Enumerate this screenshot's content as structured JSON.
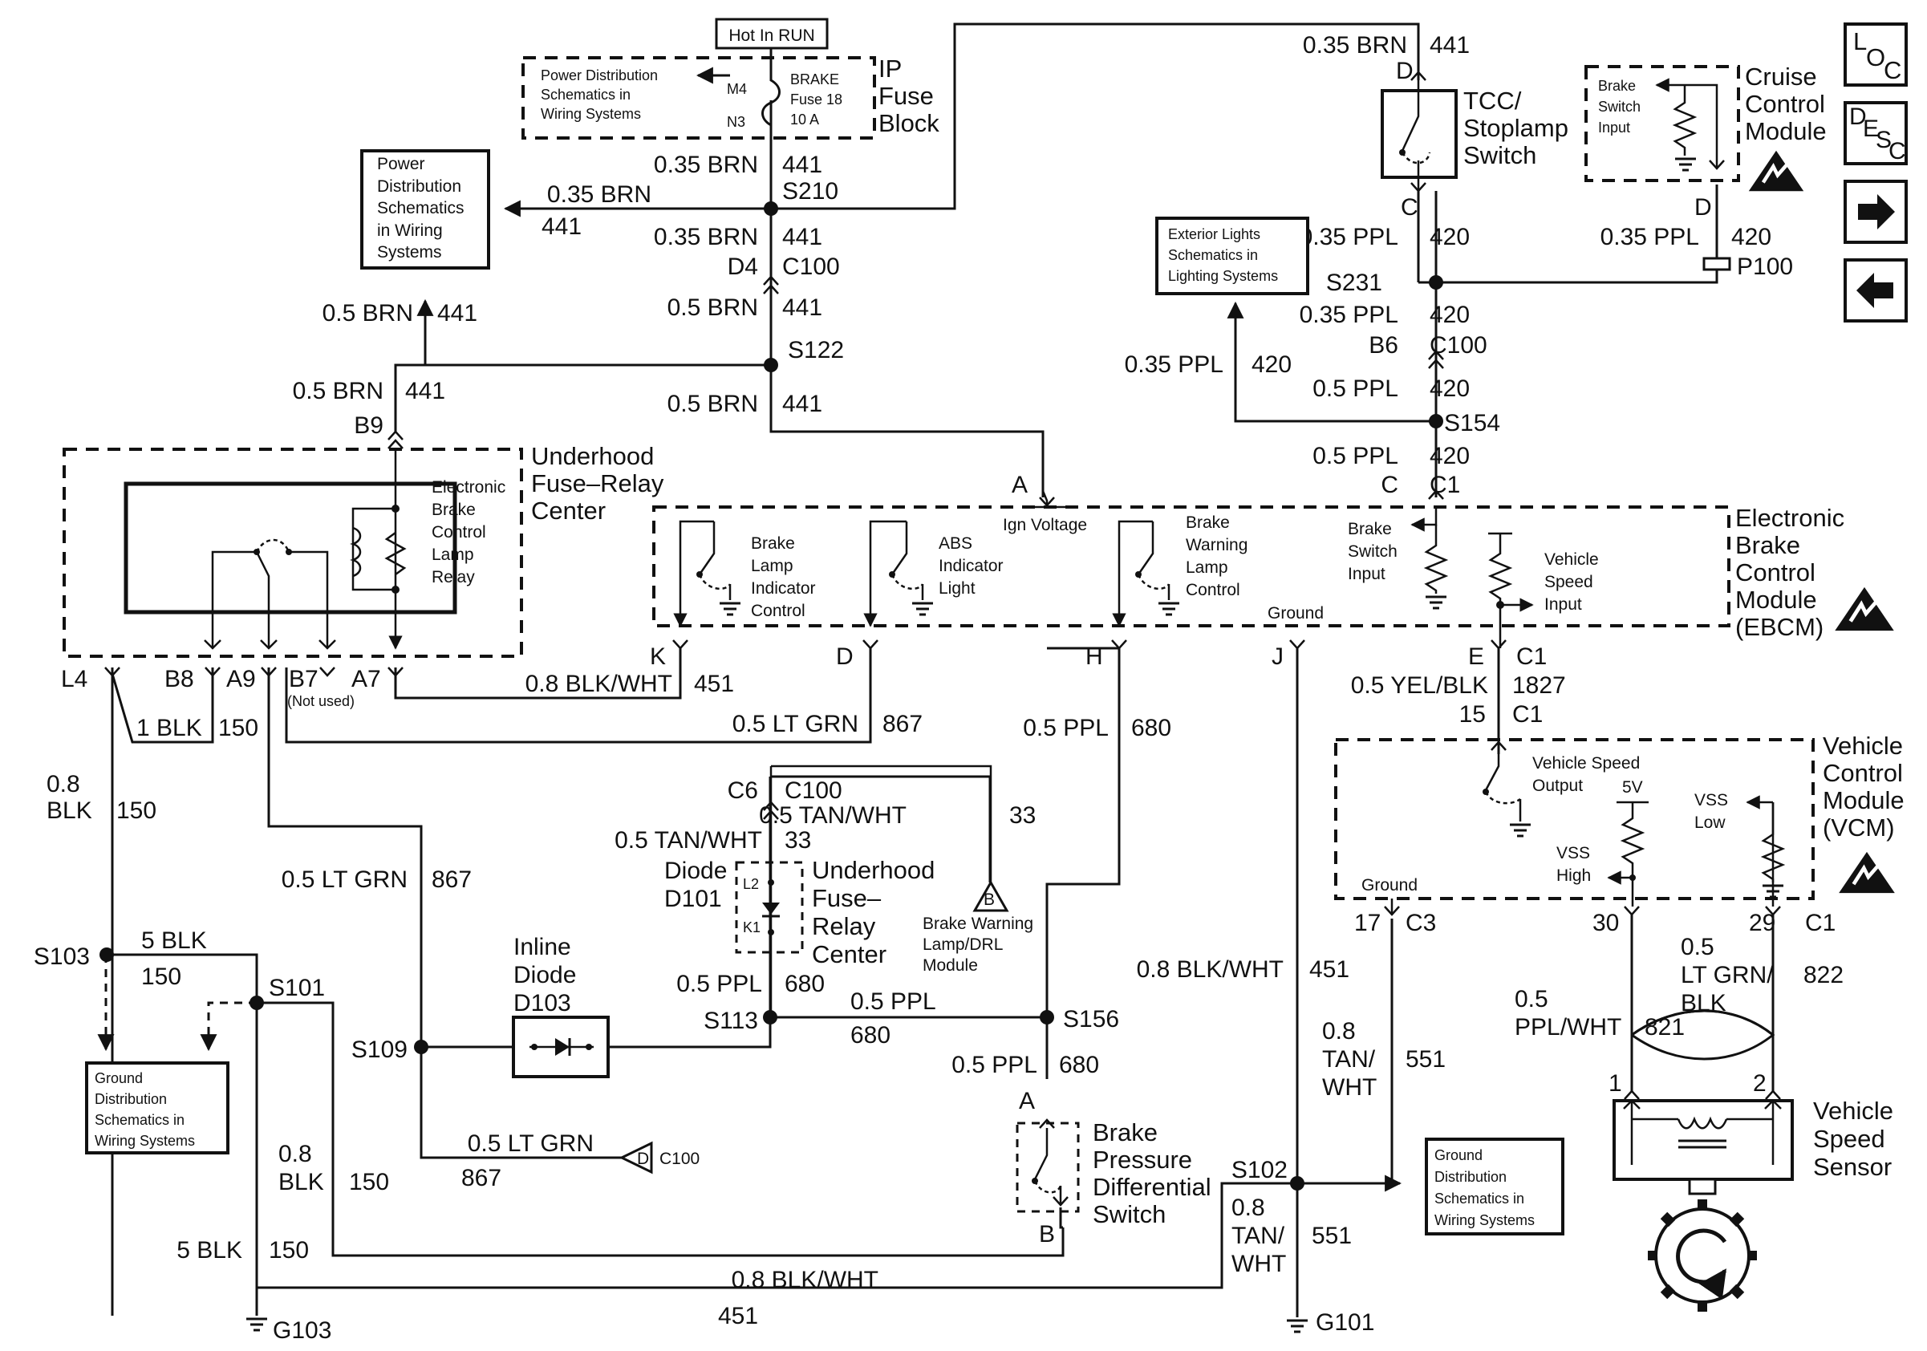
{
  "fuse_block": {
    "hot_label": "Hot In RUN",
    "pd_text": [
      "Power Distribution",
      "Schematics in",
      "Wiring Systems"
    ],
    "pin_top": "M4",
    "pin_bot": "N3",
    "fuse_text": [
      "BRAKE",
      "Fuse 18",
      "10 A"
    ],
    "title": [
      "IP",
      "Fuse",
      "Block"
    ]
  },
  "pd_box": [
    "Power",
    "Distribution",
    "Schematics",
    "in Wiring",
    "Systems"
  ],
  "ext_lights_box": [
    "Exterior Lights",
    "Schematics in",
    "Lighting Systems"
  ],
  "tcc": {
    "title": [
      "TCC/",
      "Stoplamp",
      "Switch"
    ],
    "pin_top": "D",
    "pin_bot": "C"
  },
  "cruise": {
    "title": [
      "Cruise",
      "Control",
      "Module"
    ],
    "input": [
      "Brake",
      "Switch",
      "Input"
    ],
    "pin": "D"
  },
  "side_buttons": {
    "loc": "LOC",
    "desc": "DESC",
    "next": "➡",
    "prev": "⬅"
  },
  "splices": {
    "s210": "S210",
    "s122": "S122",
    "s231": "S231",
    "s154": "S154",
    "s103": "S103",
    "s101": "S101",
    "s109": "S109",
    "s113": "S113",
    "s156": "S156",
    "s102": "S102"
  },
  "connectors": {
    "d4": "D4",
    "c100": "C100",
    "b6": "B6",
    "p100": "P100",
    "b9": "B9",
    "c6": "C6",
    "c1": "C1",
    "c3": "C3",
    "g103": "G103",
    "g101": "G101"
  },
  "wires": {
    "brn_035": "0.35 BRN",
    "brn_05": "0.5 BRN",
    "c441": "441",
    "ppl_035": "0.35 PPL",
    "ppl_05": "0.5 PPL",
    "c420": "420",
    "c680": "680",
    "blkwht_08": "0.8 BLK/WHT",
    "c451": "451",
    "ltgrn_05": "0.5 LT GRN",
    "c867": "867",
    "blk_1": "1 BLK",
    "c150": "150",
    "blk_08": [
      "0.8",
      "BLK"
    ],
    "blk_5": "5 BLK",
    "tanwht_05": "0.5 TAN/WHT",
    "c33": "33",
    "yelblk_05": "0.5 YEL/BLK",
    "c1827": "1827",
    "pin15": "15",
    "tanwht_08": [
      "0.8",
      "TAN/",
      "WHT"
    ],
    "c551": "551",
    "ltgrnblk": [
      "0.5",
      "LT GRN/",
      "BLK"
    ],
    "c822": "822",
    "pplwht": [
      "0.5",
      "PPL/WHT"
    ],
    "c821": "821"
  },
  "ufrc": {
    "title": [
      "Underhood",
      "Fuse–Relay",
      "Center"
    ],
    "relay": [
      "Electronic",
      "Brake",
      "Control",
      "Lamp",
      "Relay"
    ],
    "pins": {
      "l4": "L4",
      "b8": "B8",
      "a9": "A9",
      "b7": "B7",
      "a7": "A7"
    },
    "not_used": "(Not used)"
  },
  "ebcm": {
    "title": [
      "Electronic",
      "Brake",
      "Control",
      "Module",
      "(EBCM)"
    ],
    "brake_lamp": [
      "Brake",
      "Lamp",
      "Indicator",
      "Control"
    ],
    "abs": [
      "ABS",
      "Indicator",
      "Light"
    ],
    "bwl": [
      "Brake",
      "Warning",
      "Lamp",
      "Control"
    ],
    "brake_input": [
      "Brake",
      "Switch",
      "Input"
    ],
    "vss_input": [
      "Vehicle",
      "Speed",
      "Input"
    ],
    "ign": "Ign Voltage",
    "ground": "Ground",
    "pins": {
      "a": "A",
      "c": "C",
      "k": "K",
      "d": "D",
      "h": "H",
      "j": "J",
      "e": "E"
    }
  },
  "vcm": {
    "title": [
      "Vehicle",
      "Control",
      "Module",
      "(VCM)"
    ],
    "vso": [
      "Vehicle Speed",
      "Output"
    ],
    "v5": "5V",
    "vss_low": [
      "VSS",
      "Low"
    ],
    "vss_high": [
      "VSS",
      "High"
    ],
    "ground": "Ground",
    "pins": {
      "p17": "17",
      "p30": "30",
      "p29": "29"
    }
  },
  "diode_d101": {
    "label": [
      "Diode",
      "D101"
    ],
    "l2": "L2",
    "k1": "K1",
    "ufrc": [
      "Underhood",
      "Fuse–",
      "Relay",
      "Center"
    ]
  },
  "inline_diode": [
    "Inline",
    "Diode",
    "D103"
  ],
  "bwl_module": {
    "letter": "B",
    "text": [
      "Brake Warning",
      "Lamp/DRL",
      "Module"
    ]
  },
  "c100_ref": {
    "letter": "D",
    "text": "C100"
  },
  "bpds": {
    "title": [
      "Brake",
      "Pressure",
      "Differential",
      "Switch"
    ],
    "pin_a": "A",
    "pin_b": "B"
  },
  "ground_box_left": [
    "Ground",
    "Distribution",
    "Schematics in",
    "Wiring Systems"
  ],
  "ground_box_right": [
    "Ground",
    "Distribution",
    "Schematics in",
    "Wiring Systems"
  ],
  "vss_sensor": {
    "title": [
      "Vehicle",
      "Speed",
      "Sensor"
    ],
    "pin1": "1",
    "pin2": "2"
  }
}
